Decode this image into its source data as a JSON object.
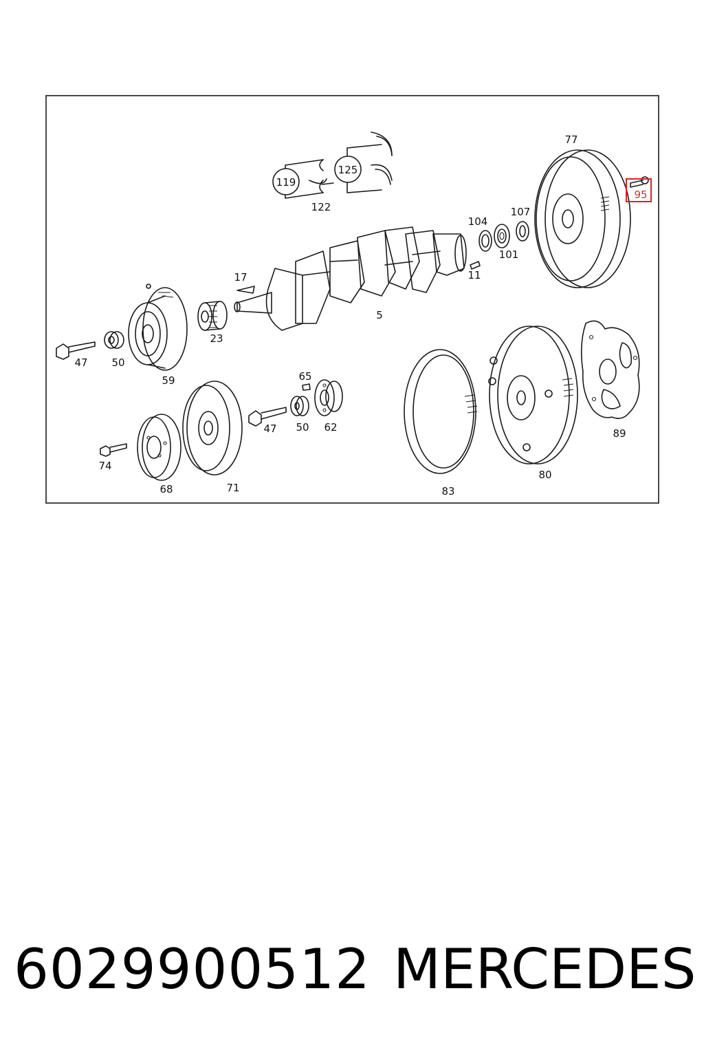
{
  "diagram": {
    "labels": {
      "l77": "77",
      "l95": "95",
      "l119": "119",
      "l125": "125",
      "l122": "122",
      "l104": "104",
      "l107": "107",
      "l101": "101",
      "l11": "11",
      "l17": "17",
      "l5": "5",
      "l23": "23",
      "l47a": "47",
      "l50a": "50",
      "l59": "59",
      "l65": "65",
      "l47b": "47",
      "l50b": "50",
      "l62": "62",
      "l74": "74",
      "l68": "68",
      "l71": "71",
      "l83": "83",
      "l80": "80",
      "l89": "89"
    },
    "highlighted_part": "95",
    "highlight_color": "#e02020"
  },
  "caption": {
    "part_number": "6029900512",
    "brand": "MERCEDES"
  }
}
